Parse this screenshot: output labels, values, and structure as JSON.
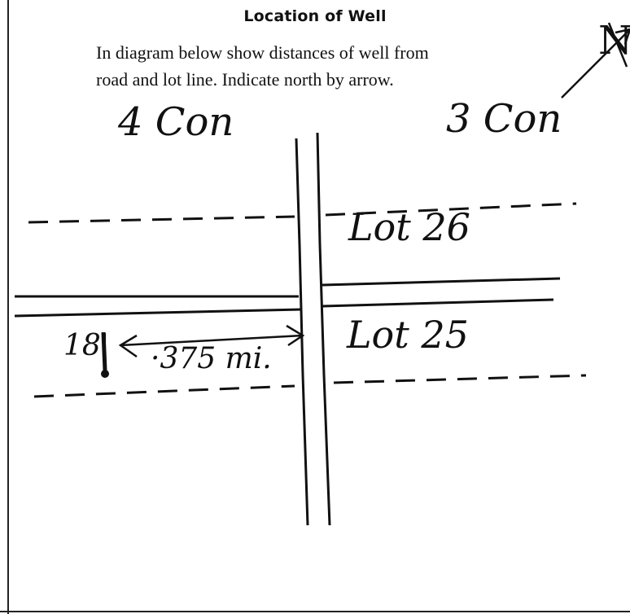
{
  "form": {
    "title": "Location of Well",
    "instruction_line1": "In diagram below show distances of well from",
    "instruction_line2": "road and lot line.  Indicate north by arrow."
  },
  "sketch": {
    "concession_left": "4 Con",
    "concession_right": "3 Con",
    "lot_north": "Lot 26",
    "lot_south": "Lot 25",
    "well_depth": "18'",
    "distance_to_road": "·375 mi.",
    "north_symbol": "N"
  }
}
